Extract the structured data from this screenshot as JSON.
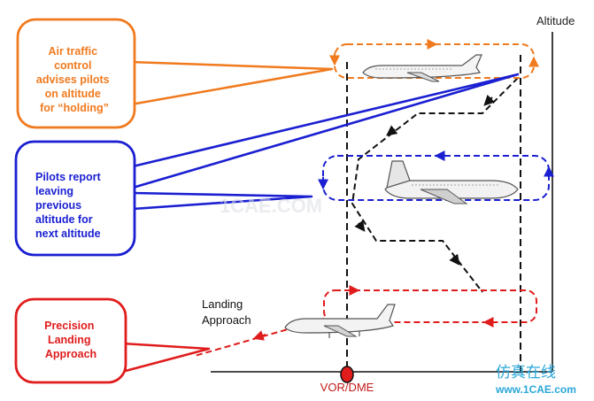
{
  "labels": {
    "axis_label": "Altitude",
    "station_label": "VOR/DME",
    "approach_label_line1": "Landing",
    "approach_label_line2": "Approach"
  },
  "callouts": {
    "atc": {
      "lines": [
        "Air traffic",
        "control",
        "advises pilots",
        "on altitude",
        "for “holding”"
      ],
      "color": "#f07a1e"
    },
    "pilots": {
      "lines": [
        "Pilots report",
        "leaving",
        "previous",
        "altitude for",
        "next altitude"
      ],
      "color": "#1a1fd1"
    },
    "precision": {
      "lines": [
        "Precision",
        "Landing",
        "Approach"
      ],
      "color": "#e01c1c"
    }
  },
  "colors": {
    "orange": "#f07a1e",
    "blue": "#1a1fd1",
    "red": "#e01c1c",
    "dark": "#111111",
    "station_text": "#c21a1a"
  },
  "watermarks": {
    "center": "1CAE.COM",
    "corner_cn": "仿真在线",
    "corner_url": "www.1CAE.com"
  }
}
